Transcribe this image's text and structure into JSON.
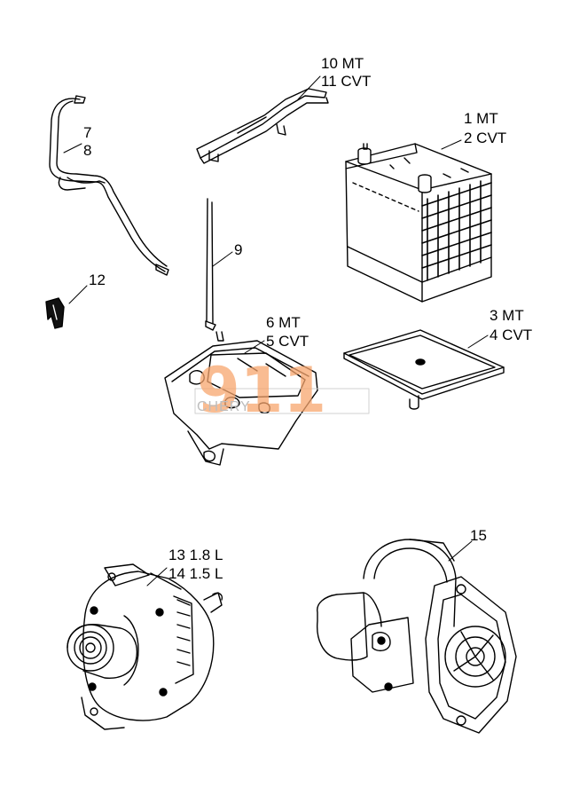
{
  "labels": {
    "l10": "10 MT",
    "l11": "11 CVT",
    "l7": "7",
    "l8": "8",
    "l1": "1 MT",
    "l2": "2 CVT",
    "l9": "9",
    "l12": "12",
    "l6": "6 MT",
    "l5": "5 CVT",
    "l3": "3 MT",
    "l4": "4 CVT",
    "l13": "13 1.8 L",
    "l14": "14 1.5 L",
    "l15": "15"
  },
  "watermark": {
    "text": "CHERY",
    "number": "911",
    "accent_color": "#f7a56d"
  }
}
